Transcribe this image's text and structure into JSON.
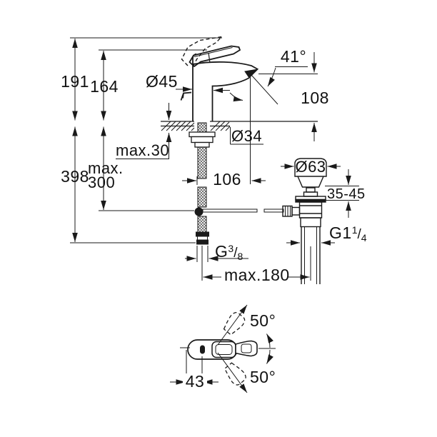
{
  "drawing": {
    "kind": "faucet installation dimension drawing",
    "colors": {
      "line": "#1a1a1a",
      "background": "#ffffff"
    }
  },
  "dimensions": {
    "overall_height": "191",
    "body_height": "164",
    "total_height": "398",
    "hose_reach_line1": "max.",
    "hose_reach_line2": "300",
    "deck_thickness": "max.30",
    "body_diameter": "Ø45",
    "spout_angle": "41°",
    "spout_height": "108",
    "hole_diameter": "Ø34",
    "spout_projection": "106",
    "waste_flange_diameter": "Ø63",
    "waste_clamp_range": "35-45",
    "waste_thread": {
      "base": "G1",
      "sup": "1",
      "slash": "/",
      "sub": "4"
    },
    "supply_thread": {
      "base": "G",
      "sup": "3",
      "slash": "/",
      "sub": "8"
    },
    "max_reach": "max.180",
    "handle_swing_upper": "50°",
    "handle_swing_lower": "50°",
    "handle_offset": "43"
  }
}
